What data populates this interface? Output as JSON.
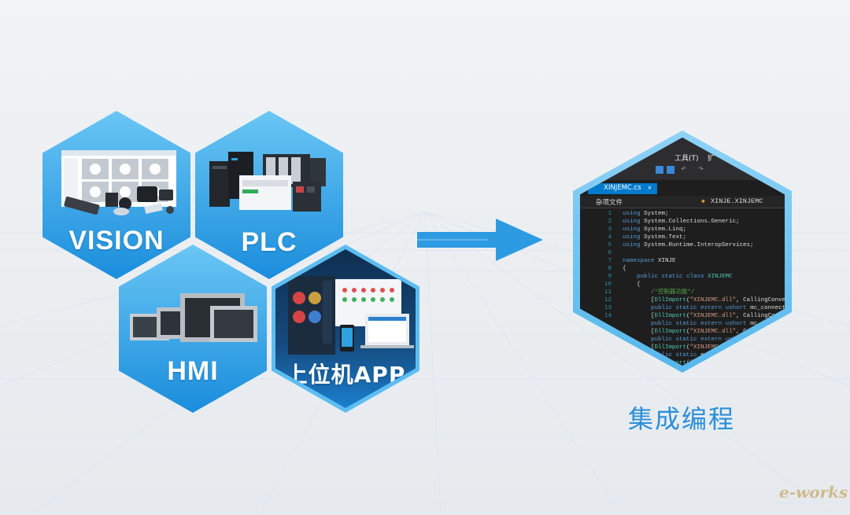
{
  "tiles": [
    {
      "id": "vision",
      "label": "VISION"
    },
    {
      "id": "plc",
      "label": "PLC"
    },
    {
      "id": "hmi",
      "label": "HMI"
    },
    {
      "id": "app",
      "label": "上位机APP"
    }
  ],
  "ide": {
    "menu_item": "工具(T)",
    "menu_item_2": "扩",
    "tab_label": "XINJEMC.cs",
    "tab_close": "✕",
    "nav_left": "杂项文件",
    "nav_right": "XINJE.XINJEMC",
    "code_lines": [
      {
        "num": "1",
        "text": "using System;"
      },
      {
        "num": "2",
        "text": "using System.Collections.Generic;"
      },
      {
        "num": "3",
        "text": "using System.Linq;"
      },
      {
        "num": "4",
        "text": "using System.Text;"
      },
      {
        "num": "5",
        "text": "using System.Runtime.InteropServices;"
      },
      {
        "num": "6",
        "text": ""
      },
      {
        "num": "7",
        "text": "namespace XINJE"
      },
      {
        "num": "8",
        "text": "{"
      },
      {
        "num": "9",
        "text": "    public static class XINJEMC"
      },
      {
        "num": "10",
        "text": "    {"
      },
      {
        "num": "11",
        "text": "        /*控制器功能*/"
      },
      {
        "num": "12",
        "text": "        [DllImport(\"XINJEMC.dll\", CallingConvention"
      },
      {
        "num": "13",
        "text": "        public static extern ushort mc_connect_open("
      },
      {
        "num": "14",
        "text": "        [DllImport(\"XINJEMC.dll\", CallingConvention"
      },
      {
        "num": "",
        "text": "        public static extern ushort mc_connect"
      },
      {
        "num": "",
        "text": "        [DllImport(\"XINJEMC.dll\", Calling"
      },
      {
        "num": "",
        "text": "        public static extern ushort m"
      },
      {
        "num": "",
        "text": "        [DllImport(\"XINJEMC.dll\""
      },
      {
        "num": "",
        "text": "        public static exter"
      },
      {
        "num": "",
        "text": "        [DllImport(\"XIN"
      }
    ]
  },
  "caption": "集成编程",
  "watermark": "e-works",
  "colors": {
    "hex_light": "#5ec0f2",
    "hex_dark": "#1a8ddc",
    "arrow": "#2d9be2",
    "caption": "#2b8fd9",
    "ide_bg": "#1e1e1e",
    "keyword": "#569cd6",
    "type": "#4ec9b0",
    "comment": "#57a64a",
    "string": "#d69d85"
  },
  "icons": [
    "right-arrow-icon",
    "save-icon",
    "undo-icon",
    "redo-icon",
    "class-icon"
  ]
}
